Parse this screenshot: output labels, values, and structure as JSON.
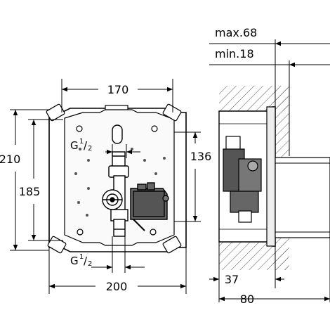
{
  "dimensions": {
    "top_width": "170",
    "total_height": "210",
    "inner_height": "185",
    "right_height": "136",
    "bottom_width": "200",
    "max_depth": "max.68",
    "min_depth": "min.18",
    "side_depth_small": "37",
    "side_depth_total": "80"
  },
  "connections": {
    "top_label": "G",
    "top_fraction_num": "1",
    "top_fraction_den": "2",
    "bottom_label": "G",
    "bottom_fraction_num": "1",
    "bottom_fraction_den": "2"
  }
}
